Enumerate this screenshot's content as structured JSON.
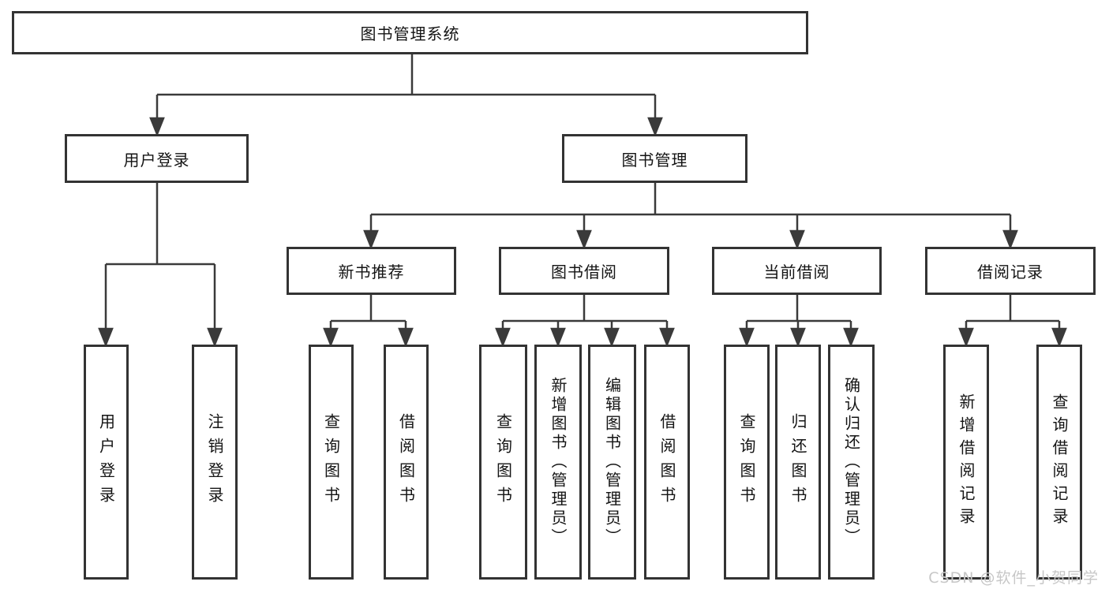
{
  "tree": {
    "root": "图书管理系统",
    "level2": [
      {
        "label": "用户登录",
        "children": [
          "用户登录",
          "注销登录"
        ]
      },
      {
        "label": "图书管理",
        "groups": [
          {
            "label": "新书推荐",
            "children": [
              "查询图书",
              "借阅图书"
            ]
          },
          {
            "label": "图书借阅",
            "children": [
              "查询图书",
              "新增图书（管理员）",
              "编辑图书（管理员）",
              "借阅图书"
            ]
          },
          {
            "label": "当前借阅",
            "children": [
              "查询图书",
              "归还图书",
              "确认归还（管理员）"
            ]
          },
          {
            "label": "借阅记录",
            "children": [
              "新增借阅记录",
              "查询借阅记录"
            ]
          }
        ]
      }
    ]
  },
  "watermark": "CSDN @软件_小贺同学",
  "colors": {
    "line": "#3a3a3a",
    "box_border": "#333333",
    "text": "#141414",
    "watermark": "#c7c7c7",
    "background": "#ffffff"
  }
}
